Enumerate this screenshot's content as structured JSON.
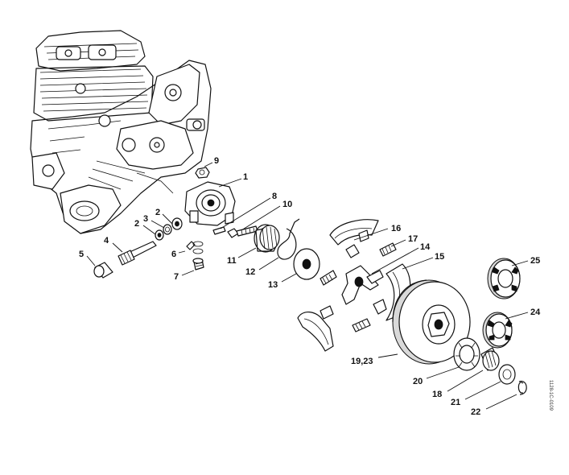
{
  "callouts": [
    {
      "id": "9",
      "label": "9"
    },
    {
      "id": "1",
      "label": "1"
    },
    {
      "id": "8",
      "label": "8"
    },
    {
      "id": "10",
      "label": "10"
    },
    {
      "id": "2a",
      "label": "2"
    },
    {
      "id": "3",
      "label": "3"
    },
    {
      "id": "2b",
      "label": "2"
    },
    {
      "id": "4",
      "label": "4"
    },
    {
      "id": "5",
      "label": "5"
    },
    {
      "id": "6",
      "label": "6"
    },
    {
      "id": "7",
      "label": "7"
    },
    {
      "id": "11",
      "label": "11"
    },
    {
      "id": "12",
      "label": "12"
    },
    {
      "id": "13",
      "label": "13"
    },
    {
      "id": "16",
      "label": "16"
    },
    {
      "id": "17",
      "label": "17"
    },
    {
      "id": "14",
      "label": "14"
    },
    {
      "id": "15",
      "label": "15"
    },
    {
      "id": "25",
      "label": "25"
    },
    {
      "id": "24",
      "label": "24"
    },
    {
      "id": "19_23",
      "label": "19,23"
    },
    {
      "id": "20",
      "label": "20"
    },
    {
      "id": "18",
      "label": "18"
    },
    {
      "id": "21",
      "label": "21"
    },
    {
      "id": "22",
      "label": "22"
    }
  ],
  "reference_code": "1128-1C-0109"
}
